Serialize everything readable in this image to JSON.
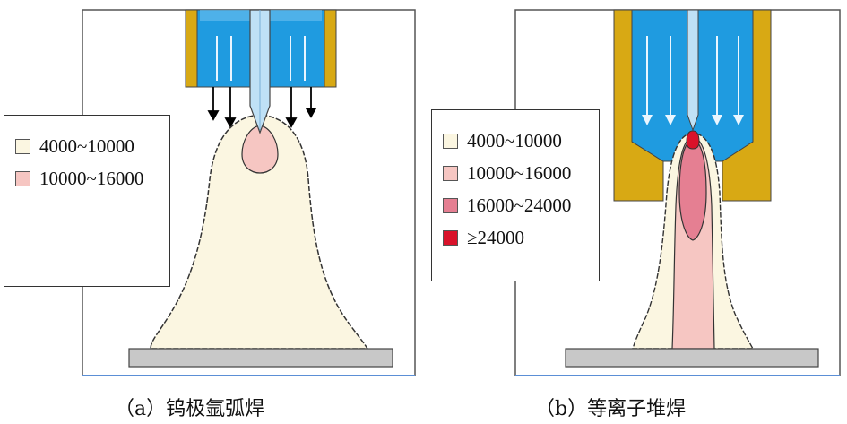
{
  "panels": [
    {
      "caption": "（a）钨极氩弧焊",
      "legend": [
        {
          "label": "4000~10000",
          "color": "#fbf6e1"
        },
        {
          "label": "10000~16000",
          "color": "#f6c6c2"
        }
      ]
    },
    {
      "caption": "（b）等离子堆焊",
      "legend": [
        {
          "label": "4000~10000",
          "color": "#fbf6e1"
        },
        {
          "label": "10000~16000",
          "color": "#f6c6c2"
        },
        {
          "label": "16000~24000",
          "color": "#e57f92"
        },
        {
          "label": "≥24000",
          "color": "#d9122a"
        }
      ]
    }
  ],
  "colors": {
    "nozzle_blue": "#1f9be0",
    "nozzle_yellow": "#d8a914",
    "electrode": "#bfe1f6",
    "workpiece": "#c8c8c8"
  }
}
